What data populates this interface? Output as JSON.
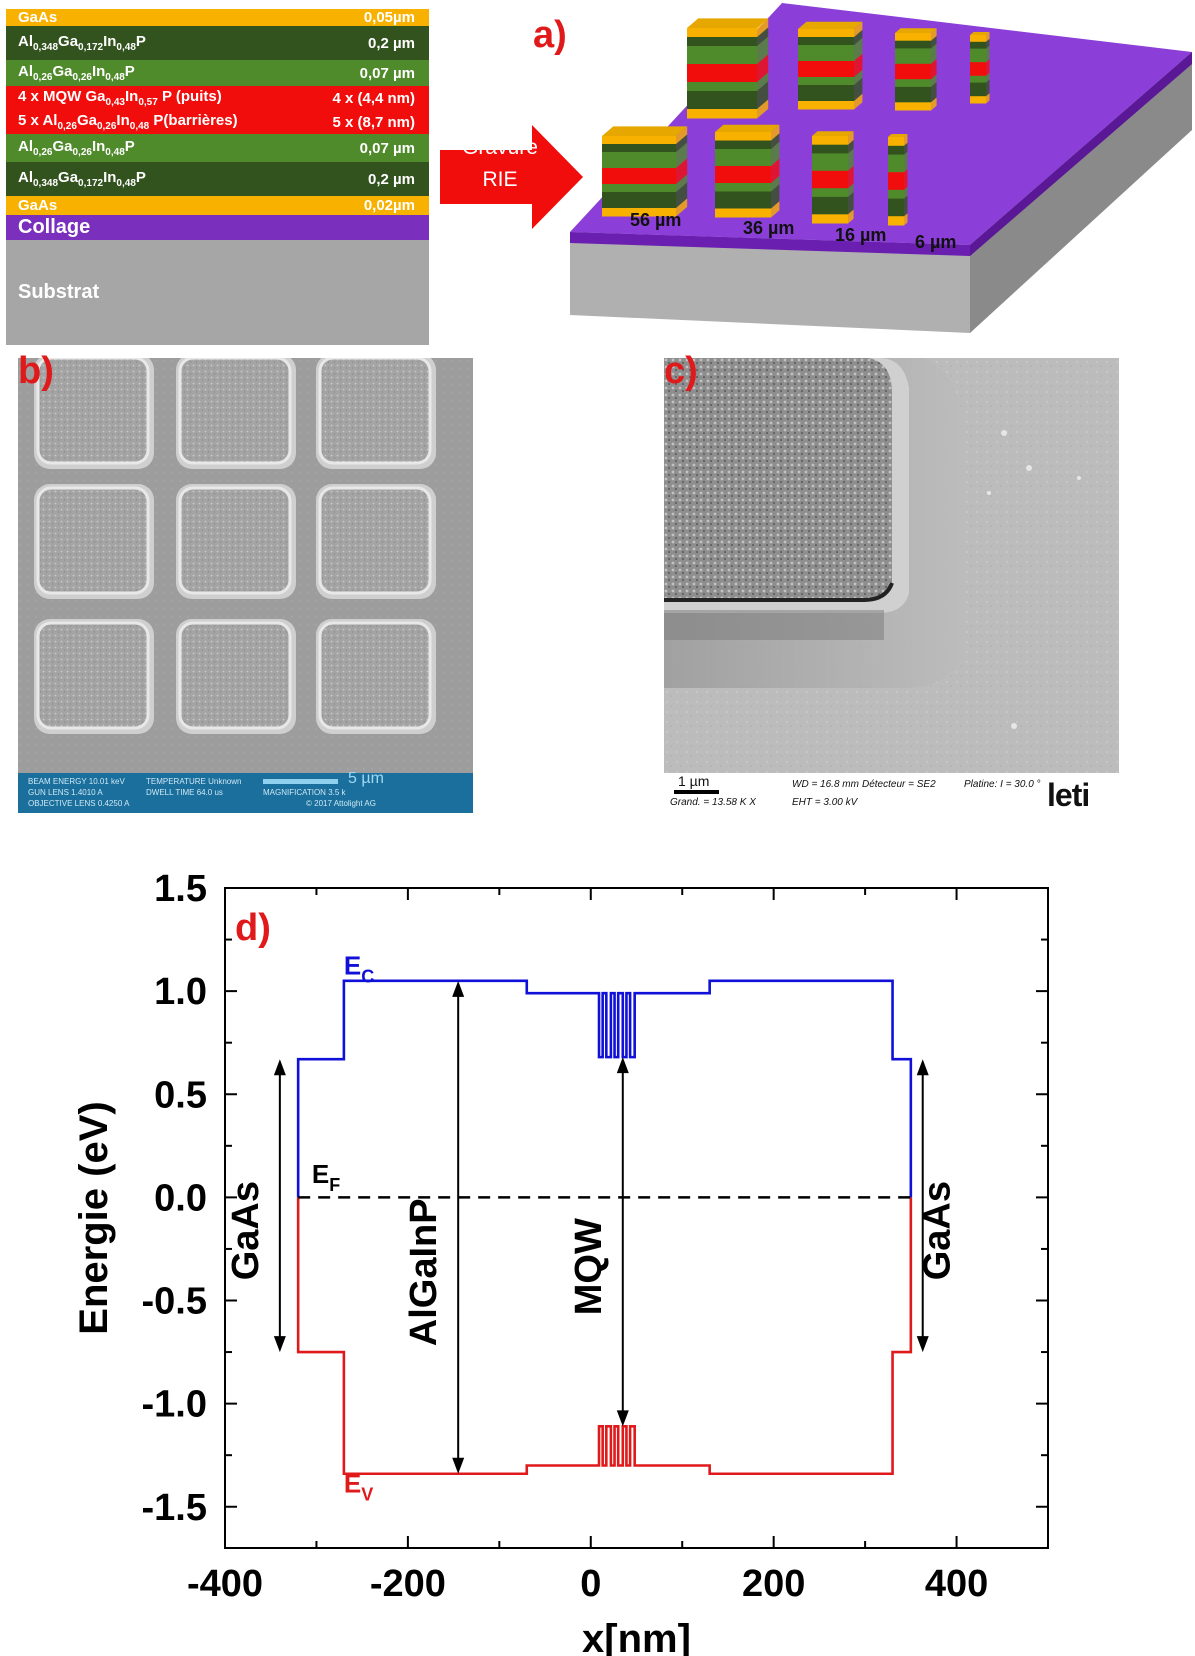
{
  "layers": [
    {
      "name": "GaAs",
      "value": "0,05µm"
    },
    {
      "name_html": "Al<sub>0,348</sub>Ga<sub>0,172</sub>In<sub>0,48</sub>P",
      "value": "0,2 µm"
    },
    {
      "name_html": "Al<sub>0,26</sub>Ga<sub>0,26</sub>In<sub>0,48</sub>P",
      "value": "0,07 µm"
    },
    {
      "name_html": "4 x MQW Ga<sub>0,43</sub>In<sub>0,57</sub> P (puits)",
      "value": "4 x (4,4 nm)"
    },
    {
      "name_html": "5 x Al<sub>0,26</sub>Ga<sub>0,26</sub>In<sub>0,48</sub> P(barrières)",
      "value": "5 x (8,7 nm)"
    },
    {
      "name_html": "Al<sub>0,26</sub>Ga<sub>0,26</sub>In<sub>0,48</sub>P",
      "value": "0,07 µm"
    },
    {
      "name_html": "Al<sub>0,348</sub>Ga<sub>0,172</sub>In<sub>0,48</sub>P",
      "value": "0,2 µm"
    },
    {
      "name": "GaAs",
      "value": "0,02µm"
    },
    {
      "name": "Collage",
      "value": ""
    },
    {
      "name": "Substrat",
      "value": ""
    }
  ],
  "colors": {
    "gold": "#f9b100",
    "dark_green": "#33531e",
    "green": "#4f8a2b",
    "red": "#f20d0d",
    "purple": "#7b2fbd",
    "grey": "#a6a6a6",
    "panel_red": "#e0191b",
    "blue": "#1010d8"
  },
  "arrow": {
    "line1": "Gravure",
    "line2": "RIE"
  },
  "panels": {
    "a": "a)",
    "b": "b)",
    "c": "c)",
    "d": "d)"
  },
  "pillar_labels": [
    "56 µm",
    "36 µm",
    "16 µm",
    "6 µm"
  ],
  "sem_b": {
    "scale": "5 µm",
    "beam_energy_label": "BEAM ENERGY",
    "beam_energy": "10.01 keV",
    "gun_lens_label": "GUN LENS",
    "gun_lens": "1.4010 A",
    "objective_lens_label": "OBJECTIVE LENS",
    "objective_lens": "0.4250 A",
    "temperature_label": "TEMPERATURE",
    "temperature": "Unknown",
    "dwell_label": "DWELL TIME",
    "dwell": "64.0 us",
    "mag_label": "MAGNIFICATION",
    "mag": "3.5 k",
    "copyright": "© 2017 Attolight AG"
  },
  "sem_c": {
    "scale": "1 µm",
    "grand": "Grand. =  13.58 K X",
    "wd": "WD = 16.8 mm",
    "eht": "EHT = 3.00 kV",
    "detecteur": "Détecteur = SE2",
    "platine": "Platine: I = 30.0 °",
    "logo": "leti"
  },
  "chart_data": {
    "type": "line",
    "xlabel": "x[nm]",
    "ylabel": "Energie (eV)",
    "xlim": [
      -400,
      500
    ],
    "ylim": [
      -1.7,
      1.5
    ],
    "xticks": [
      "-400",
      "-200",
      "0",
      "200",
      "400"
    ],
    "yticks": [
      "1.5",
      "1.0",
      "0.5",
      "0.0",
      "-0.5",
      "-1.0",
      "-1.5"
    ],
    "series": [
      {
        "name": "E_C",
        "color": "#1010d8",
        "x": [
          -320,
          -320,
          -270,
          -270,
          -70,
          -70,
          9,
          9,
          13,
          13,
          17,
          17,
          22,
          22,
          26,
          26,
          30,
          30,
          35,
          35,
          39,
          39,
          43,
          43,
          48,
          48,
          52,
          52,
          130,
          130,
          330,
          330,
          350,
          350
        ],
        "y": [
          0,
          0.67,
          0.67,
          1.05,
          1.05,
          0.99,
          0.99,
          0.68,
          0.68,
          0.99,
          0.99,
          0.68,
          0.68,
          0.99,
          0.99,
          0.68,
          0.68,
          0.99,
          0.99,
          0.68,
          0.68,
          0.99,
          0.99,
          0.68,
          0.68,
          0.99,
          0.99,
          0.99,
          0.99,
          1.05,
          1.05,
          0.67,
          0.67,
          0
        ]
      },
      {
        "name": "E_V",
        "color": "#e0191b",
        "x": [
          -320,
          -320,
          -270,
          -270,
          -70,
          -70,
          9,
          9,
          13,
          13,
          17,
          17,
          22,
          22,
          26,
          26,
          30,
          30,
          35,
          35,
          39,
          39,
          43,
          43,
          48,
          48,
          52,
          52,
          130,
          130,
          330,
          330,
          350,
          350
        ],
        "y": [
          0,
          -0.75,
          -0.75,
          -1.34,
          -1.34,
          -1.3,
          -1.3,
          -1.11,
          -1.11,
          -1.3,
          -1.3,
          -1.11,
          -1.11,
          -1.3,
          -1.3,
          -1.11,
          -1.11,
          -1.3,
          -1.3,
          -1.11,
          -1.11,
          -1.3,
          -1.3,
          -1.11,
          -1.11,
          -1.3,
          -1.3,
          -1.3,
          -1.3,
          -1.34,
          -1.34,
          -0.75,
          -0.75,
          0
        ]
      },
      {
        "name": "E_F",
        "color": "#000000",
        "dashed": true,
        "x": [
          -320,
          350
        ],
        "y": [
          0,
          0
        ]
      }
    ],
    "labels": {
      "ec": "E",
      "ec_sub": "C",
      "ev": "E",
      "ev_sub": "V",
      "ef": "E",
      "ef_sub": "F"
    },
    "annotations": [
      {
        "text": "GaAs",
        "x": -340,
        "y1": 0.67,
        "y2": -0.75
      },
      {
        "text": "AlGaInP",
        "x": -145,
        "y1": 1.05,
        "y2": -1.34
      },
      {
        "text": "MQW",
        "x": 35,
        "y1": 0.68,
        "y2": -1.11
      },
      {
        "text": "GaAs",
        "x": 363,
        "y1": 0.67,
        "y2": -0.75
      }
    ]
  }
}
